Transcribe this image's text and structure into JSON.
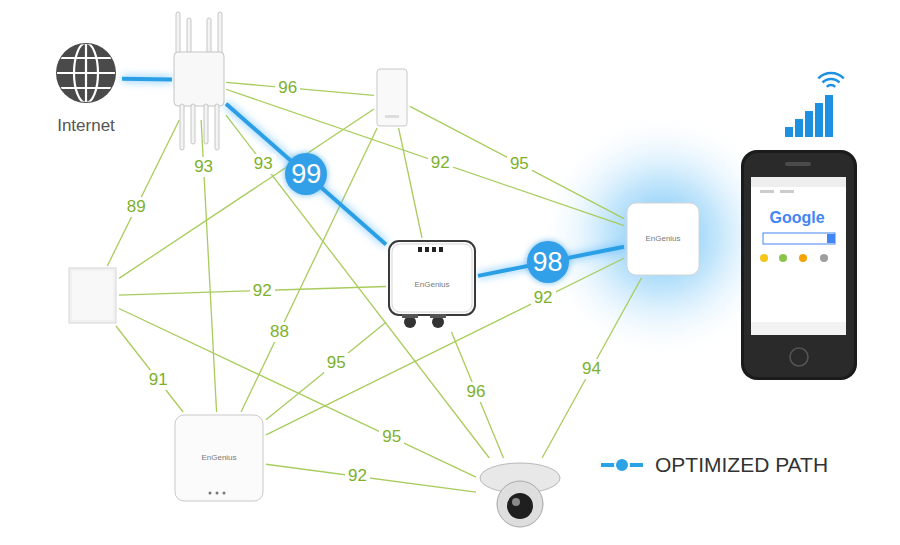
{
  "diagram": {
    "nodes": [
      {
        "text": [
          "Internet"
        ]
      },
      {
        "text": []
      },
      {
        "text": []
      },
      {
        "text": []
      },
      {
        "text": [
          "EnGenius"
        ]
      },
      {
        "text": [
          "EnGenius"
        ]
      },
      {
        "text": [
          "EnGenius"
        ]
      },
      {
        "text": []
      }
    ],
    "edges": [
      {
        "from": 0,
        "to": 1,
        "arrow": "none"
      },
      {
        "from": 1,
        "to": 2,
        "label": "96",
        "arrow": "none"
      },
      {
        "from": 1,
        "to": 4,
        "label": "99",
        "arrow": "none"
      },
      {
        "from": 4,
        "to": 5,
        "label": "98",
        "arrow": "none"
      },
      {
        "from": 1,
        "to": 5,
        "label": "92",
        "arrow": "none"
      },
      {
        "from": 2,
        "to": 5,
        "label": "95",
        "arrow": "none"
      },
      {
        "from": 1,
        "to": 3,
        "label": "89",
        "arrow": "none"
      },
      {
        "from": 1,
        "to": 6,
        "label": "93",
        "arrow": "none"
      },
      {
        "from": 1,
        "to": 7,
        "label": "93",
        "arrow": "none"
      },
      {
        "from": 2,
        "to": 4,
        "arrow": "none"
      },
      {
        "from": 2,
        "to": 3,
        "arrow": "none"
      },
      {
        "from": 3,
        "to": 4,
        "label": "92",
        "arrow": "none"
      },
      {
        "from": 2,
        "to": 6,
        "label": "88",
        "arrow": "none"
      },
      {
        "from": 4,
        "to": 6,
        "label": "95",
        "arrow": "none"
      },
      {
        "from": 3,
        "to": 6,
        "label": "91",
        "arrow": "none"
      },
      {
        "from": 3,
        "to": 7,
        "label": "95",
        "arrow": "none"
      },
      {
        "from": 5,
        "to": 6,
        "label": "92",
        "arrow": "none"
      },
      {
        "from": 4,
        "to": 7,
        "label": "96",
        "arrow": "none"
      },
      {
        "from": 5,
        "to": 7,
        "label": "94",
        "arrow": "none"
      },
      {
        "from": 6,
        "to": 7,
        "label": "92",
        "arrow": "none"
      }
    ],
    "labels": [
      "Google"
    ],
    "legend": [
      {
        "text": "OPTIMIZED PATH"
      }
    ]
  }
}
